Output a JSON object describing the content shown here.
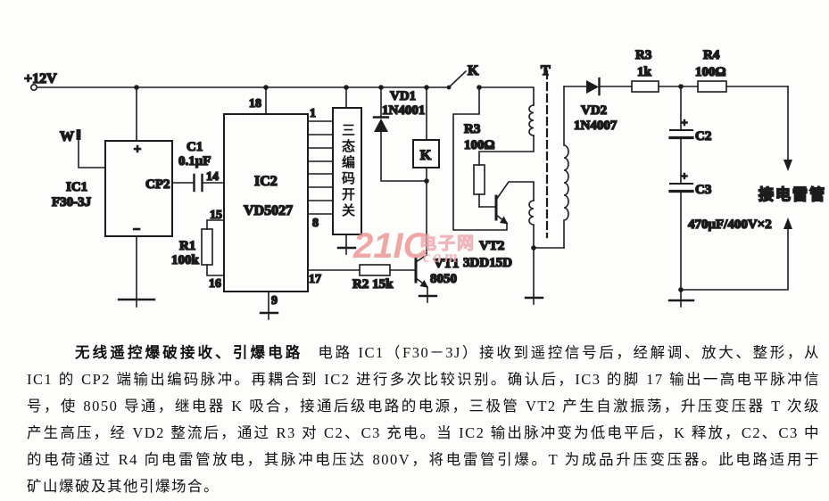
{
  "schematic": {
    "power": "+12V",
    "antenna": "W",
    "ic1": "IC1",
    "ic1_part": "F30-3J",
    "ic1_plus": "+",
    "ic1_minus": "−",
    "cp2": "CP2",
    "c1": "C1",
    "c1_value": "0.1μF",
    "pin14": "14",
    "pin18": "18",
    "pin15": "15",
    "pin16": "16",
    "pin17": "17",
    "pin9": "9",
    "pin1": "1",
    "pin8": "8",
    "r1": "R1",
    "r1_value": "100k",
    "ic2": "IC2",
    "ic2_part": "VD5027",
    "encoder": "三态编码开关",
    "r2": "R2 15k",
    "vd1": "VD1",
    "vd1_part": "1N4001",
    "relay_coil": "K",
    "relay_contact": "K",
    "vt1": "VT1",
    "vt1_part": "8050",
    "r3_osc": "R3",
    "r3_osc_value": "100Ω",
    "vt2": "VT2",
    "vt2_part": "3DD15D",
    "transformer": "T",
    "vd2": "VD2",
    "vd2_part": "1N4007",
    "r3_out": "R3",
    "r3_out_value": "1k",
    "r4": "R4",
    "r4_value": "100Ω",
    "c2": "C2",
    "c2_plus": "+",
    "c3": "C3",
    "c3_plus": "+",
    "caps_value": "470μF/400V×2",
    "detonator": "接电雷管"
  },
  "watermark": {
    "brand": "21IC",
    "site": "电子网",
    "domain": "com"
  },
  "description": {
    "title": "无线遥控爆破接收、引爆电路",
    "line1_rest": "电路 IC1（F30－3J）接收到遥控信号后，经解调、放大、整形，从",
    "line2": "IC1 的 CP2 端输出编码脉冲。再耦合到 IC2 进行多次比较识别。确认后，IC3 的脚 17 输出一高电平脉冲信",
    "line3": "号，使 8050 导通，继电器 K 吸合，接通后级电路的电源，三极管 VT2 产生自激振荡，升压变压器 T 次级",
    "line4": "产生高压，经 VD2 整流后，通过 R3 对 C2、C3 充电。当 IC2 输出脉冲变为低电平后，K 释放，C2、C3 中",
    "line5": "的电荷通过 R4 向电雷管放电，其脉冲电压达 800V，将电雷管引爆。T 为成品升压变压器。此电路适用于",
    "line6": "矿山爆破及其他引爆场合。"
  },
  "colors": {
    "ink": "#1c1c1c",
    "paper": "#fdfdfc",
    "watermark_pink": "#ec8f8f"
  }
}
